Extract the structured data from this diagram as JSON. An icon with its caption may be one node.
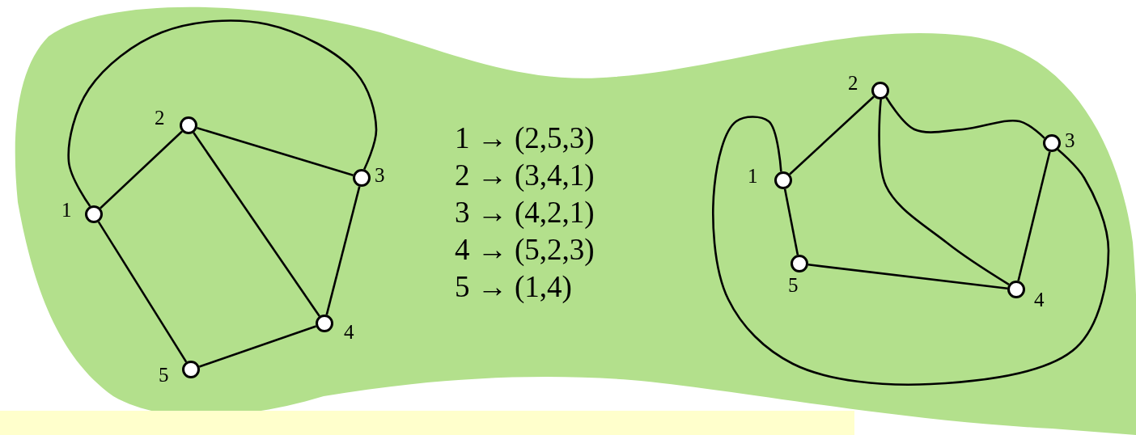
{
  "diagram": {
    "nodes": [
      {
        "text": [],
        "shape": "circle",
        "beside": [
          "1"
        ]
      },
      {
        "text": [],
        "shape": "circle",
        "beside": [
          "2"
        ]
      },
      {
        "text": [],
        "shape": "circle",
        "beside": [
          "3"
        ]
      },
      {
        "text": [],
        "shape": "circle",
        "beside": [
          "4"
        ]
      },
      {
        "text": [],
        "shape": "circle",
        "beside": [
          "5"
        ]
      },
      {
        "text": [],
        "shape": "circle",
        "beside": [
          "1"
        ]
      },
      {
        "text": [],
        "shape": "circle",
        "beside": [
          "2"
        ]
      },
      {
        "text": [],
        "shape": "circle",
        "beside": [
          "3"
        ]
      },
      {
        "text": [],
        "shape": "circle",
        "beside": [
          "4"
        ]
      },
      {
        "text": [],
        "shape": "circle",
        "beside": [
          "5"
        ]
      },
      {
        "text": [],
        "shape": "bar"
      }
    ],
    "edges": [
      {
        "from": 0,
        "to": 1,
        "arrow": "none"
      },
      {
        "from": 1,
        "to": 2,
        "arrow": "none"
      },
      {
        "from": 1,
        "to": 3,
        "arrow": "none"
      },
      {
        "from": 2,
        "to": 3,
        "arrow": "none"
      },
      {
        "from": 3,
        "to": 4,
        "arrow": "none"
      },
      {
        "from": 4,
        "to": 0,
        "arrow": "none"
      },
      {
        "from": 0,
        "to": 2,
        "arrow": "none"
      },
      {
        "from": 5,
        "to": 6,
        "arrow": "none"
      },
      {
        "from": 5,
        "to": 9,
        "arrow": "none"
      },
      {
        "from": 9,
        "to": 8,
        "arrow": "none"
      },
      {
        "from": 6,
        "to": 8,
        "arrow": "none"
      },
      {
        "from": 6,
        "to": 7,
        "arrow": "none"
      },
      {
        "from": 7,
        "to": 8,
        "arrow": "none"
      },
      {
        "from": 5,
        "to": 7,
        "arrow": "none"
      }
    ],
    "labels": [
      "1 → (2,5,3)",
      "2 → (3,4,1)",
      "3 → (4,2,1)",
      "4 → (5,2,3)",
      "5 → (1,4)"
    ]
  }
}
